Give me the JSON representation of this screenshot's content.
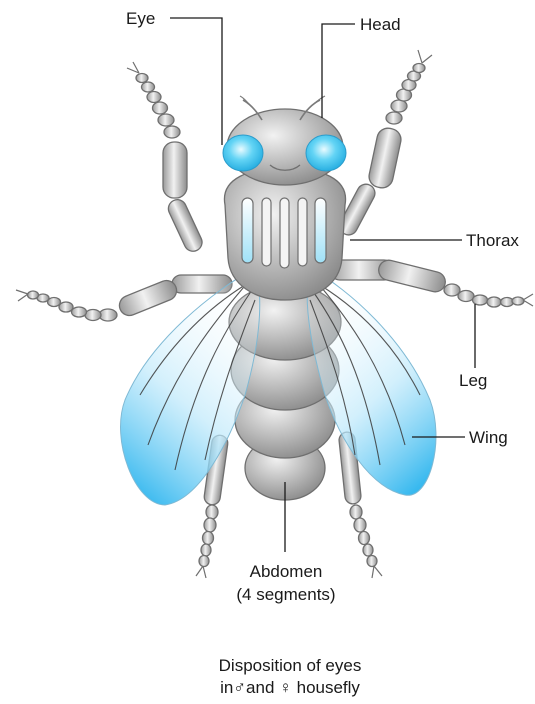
{
  "labels": {
    "eye": "Eye",
    "head": "Head",
    "thorax": "Thorax",
    "leg": "Leg",
    "wing": "Wing",
    "abdomen": "Abdomen",
    "abdomen_note": "(4 segments)"
  },
  "caption": {
    "line1": "Disposition of eyes",
    "line2_prefix": "in",
    "male_symbol": "♂",
    "line2_mid": "and ",
    "female_symbol": "♀",
    "line2_suffix": " housefly"
  },
  "colors": {
    "eye": "#3fc6f2",
    "wing": "#4cc3f0",
    "body": "#a9a9a9",
    "outline": "#6f6f6f"
  }
}
